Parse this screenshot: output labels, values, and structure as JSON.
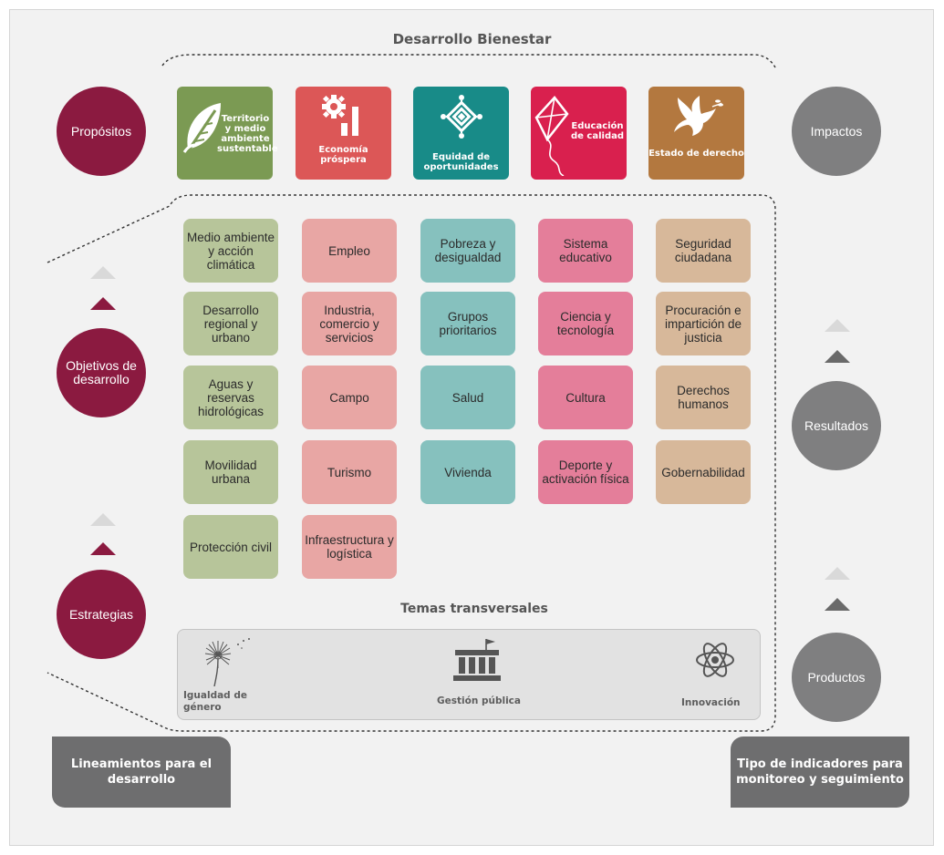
{
  "title": "Desarrollo Bienestar",
  "left_levels": {
    "propositos": "Propósitos",
    "objetivos": "Objetivos de desarrollo",
    "estrategias": "Estrategias"
  },
  "right_levels": {
    "impactos": "Impactos",
    "resultados": "Resultados",
    "productos": "Productos"
  },
  "pillars": [
    {
      "label": "Territorio y medio ambiente sustentable",
      "icon": "leaf-icon",
      "color": "#7b9a53"
    },
    {
      "label": "Economía próspera",
      "icon": "gear-chart-icon",
      "color": "#dc5757"
    },
    {
      "label": "Equidad de oportunidades",
      "icon": "diamond-knot-icon",
      "color": "#188b88"
    },
    {
      "label": "Educación de calidad",
      "icon": "kite-icon",
      "color": "#d9204e"
    },
    {
      "label": "Estado de derecho",
      "icon": "dove-icon",
      "color": "#b3783f"
    }
  ],
  "columns": [
    {
      "items": [
        "Medio ambiente y acción climática",
        "Desarrollo regional y urbano",
        "Aguas y reservas hidrológicas",
        "Movilidad urbana",
        "Protección civil"
      ]
    },
    {
      "items": [
        "Empleo",
        "Industria, comercio y servicios",
        "Campo",
        "Turismo",
        "Infraestructura y logística"
      ]
    },
    {
      "items": [
        "Pobreza y desigualdad",
        "Grupos prioritarios",
        "Salud",
        "Vivienda"
      ]
    },
    {
      "items": [
        "Sistema educativo",
        "Ciencia y tecnología",
        "Cultura",
        "Deporte y activación física"
      ]
    },
    {
      "items": [
        "Seguridad ciudadana",
        "Procuración e impartición de justicia",
        "Derechos humanos",
        "Gobernabilidad"
      ]
    }
  ],
  "transversal": {
    "title": "Temas transversales",
    "items": [
      {
        "label": "Igualdad de género",
        "icon": "dandelion-icon"
      },
      {
        "label": "Gestión pública",
        "icon": "building-flag-icon"
      },
      {
        "label": "Innovación",
        "icon": "atom-icon"
      }
    ]
  },
  "bottom": {
    "left": "Lineamientos para el desarrollo",
    "right": "Tipo de indicadores para monitoreo y seguimiento"
  },
  "colors": {
    "maroon": "#8b1a40",
    "gray": "#7f7f80"
  }
}
